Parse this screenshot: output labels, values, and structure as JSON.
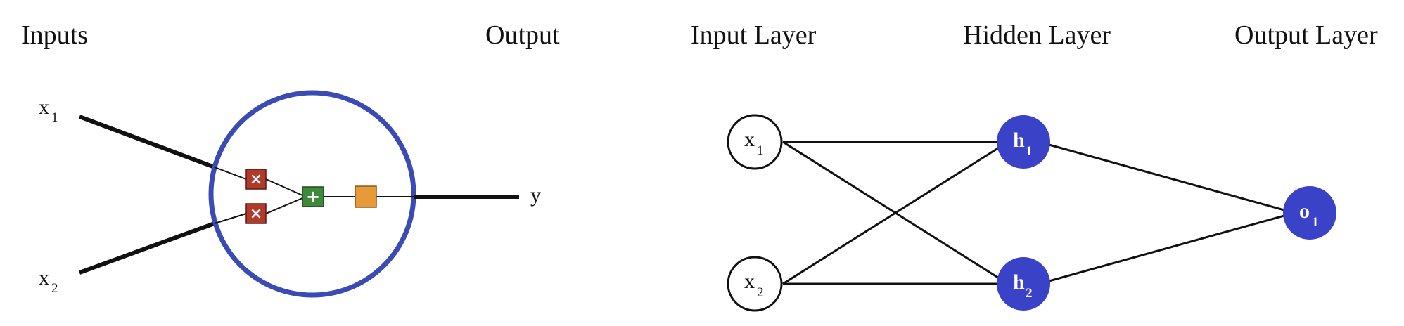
{
  "neuron_diagram": {
    "inputs_heading": "Inputs",
    "output_heading": "Output",
    "input_1": {
      "base": "x",
      "sub": "1"
    },
    "input_2": {
      "base": "x",
      "sub": "2"
    },
    "output_label": "y",
    "multiply_symbol": "×",
    "sum_symbol": "+",
    "colors": {
      "neuron_circle": "#3A4BB3",
      "multiply_box": "#B23A2A",
      "sum_box": "#3F8A3A",
      "activation_box": "#E69A3A",
      "wire": "#111111"
    }
  },
  "network_diagram": {
    "input_layer_heading": "Input Layer",
    "hidden_layer_heading": "Hidden Layer",
    "output_layer_heading": "Output Layer",
    "input_nodes": [
      {
        "base": "x",
        "sub": "1"
      },
      {
        "base": "x",
        "sub": "2"
      }
    ],
    "hidden_nodes": [
      {
        "base": "h",
        "sub": "1"
      },
      {
        "base": "h",
        "sub": "2"
      }
    ],
    "output_nodes": [
      {
        "base": "o",
        "sub": "1"
      }
    ],
    "colors": {
      "hidden_node_fill": "#3A42C8",
      "output_node_fill": "#3A42C8",
      "input_node_fill": "#ffffff",
      "edge": "#111111"
    }
  }
}
